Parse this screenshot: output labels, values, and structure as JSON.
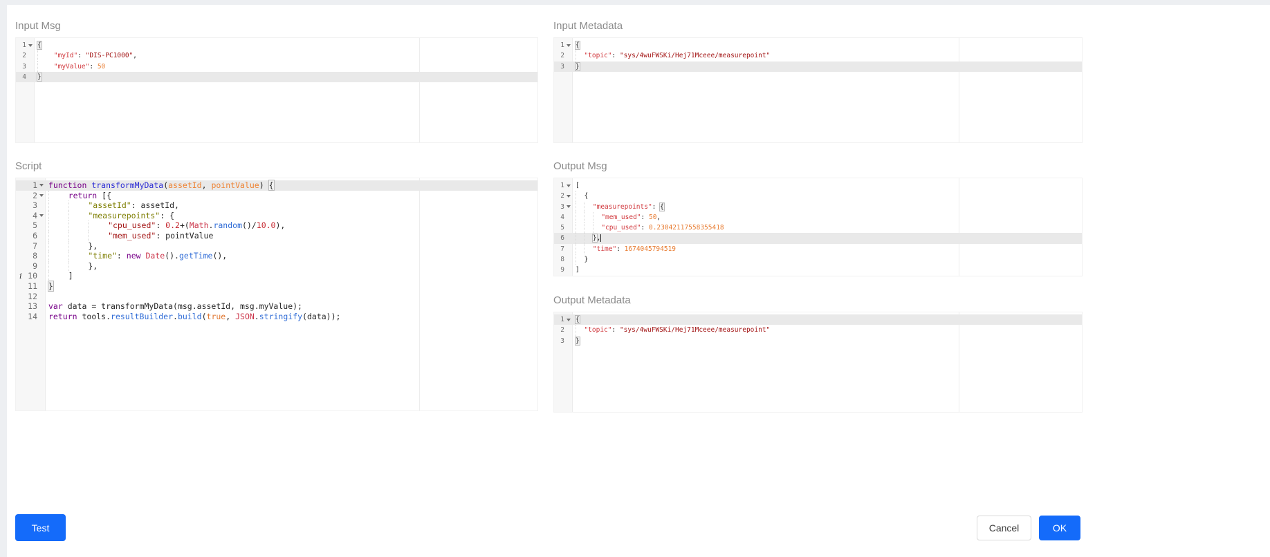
{
  "panels": {
    "input_msg": {
      "title": "Input Msg"
    },
    "input_metadata": {
      "title": "Input Metadata"
    },
    "script": {
      "title": "Script"
    },
    "output_msg": {
      "title": "Output Msg"
    },
    "output_metadata": {
      "title": "Output Metadata"
    }
  },
  "buttons": {
    "test": "Test",
    "cancel": "Cancel",
    "ok": "OK"
  },
  "colors": {
    "accent": "#146bfa",
    "title": "#8b8b8b",
    "active_line": "#e9e9e9",
    "gutter_bg": "#f7f7f7",
    "kw": "#770088",
    "def": "#2a2ad4",
    "par": "#ee8435",
    "str": "#a31515",
    "oli": "#7d7d00",
    "num": "#c5262e",
    "blt": "#cb3449",
    "mth": "#2e6bd6",
    "txt": "#262626",
    "jkey": "#d1383d",
    "jstr": "#a31515",
    "jnum": "#e87a2e",
    "atm": "#e0762f"
  },
  "editors": {
    "input_msg": {
      "lines": [
        {
          "n": 1,
          "fold": true,
          "tokens": [
            [
              "{",
              "txt bx"
            ]
          ]
        },
        {
          "n": 2,
          "ind": 1,
          "tokens": [
            [
              "\"myId\"",
              "jkey"
            ],
            [
              ": ",
              "txt"
            ],
            [
              "\"DIS-PC1000\"",
              "jstr"
            ],
            [
              ",",
              "txt"
            ]
          ]
        },
        {
          "n": 3,
          "ind": 1,
          "tokens": [
            [
              "\"myValue\"",
              "jkey"
            ],
            [
              ": ",
              "txt"
            ],
            [
              "50",
              "jnum"
            ]
          ]
        },
        {
          "n": 4,
          "active": true,
          "tokens": [
            [
              "}",
              "txt bx"
            ]
          ]
        }
      ]
    },
    "input_metadata": {
      "lines": [
        {
          "n": 1,
          "fold": true,
          "tokens": [
            [
              "{",
              "txt bx"
            ]
          ]
        },
        {
          "n": 2,
          "ind": 1,
          "tokens": [
            [
              "\"topic\"",
              "jkey"
            ],
            [
              ": ",
              "txt"
            ],
            [
              "\"sys/4wuFWSKi/Hej71Mceee/measurepoint\"",
              "jstr"
            ]
          ]
        },
        {
          "n": 3,
          "active": true,
          "tokens": [
            [
              "}",
              "txt bx"
            ]
          ]
        }
      ]
    },
    "script": {
      "lines": [
        {
          "n": 1,
          "fold": true,
          "active": true,
          "tokens": [
            [
              "function",
              "kw"
            ],
            [
              " ",
              "txt"
            ],
            [
              "transformMyData",
              "def"
            ],
            [
              "(",
              "txt"
            ],
            [
              "assetId",
              "par"
            ],
            [
              ", ",
              "txt"
            ],
            [
              "pointValue",
              "par"
            ],
            [
              ") ",
              "txt"
            ],
            [
              "{",
              "txt bx"
            ]
          ]
        },
        {
          "n": 2,
          "fold": true,
          "ind": 1,
          "tokens": [
            [
              "return",
              "kw"
            ],
            [
              " [{",
              "txt"
            ]
          ]
        },
        {
          "n": 3,
          "ind": 2,
          "tokens": [
            [
              "\"assetId\"",
              "oli"
            ],
            [
              ": assetId,",
              "txt"
            ]
          ]
        },
        {
          "n": 4,
          "fold": true,
          "ind": 2,
          "tokens": [
            [
              "\"measurepoints\"",
              "oli"
            ],
            [
              ": {",
              "txt"
            ]
          ]
        },
        {
          "n": 5,
          "ind": 3,
          "tokens": [
            [
              "\"cpu_used\"",
              "str"
            ],
            [
              ": ",
              "txt"
            ],
            [
              "0.2",
              "num"
            ],
            [
              "+(",
              "txt"
            ],
            [
              "Math",
              "blt"
            ],
            [
              ".",
              "txt"
            ],
            [
              "random",
              "mth"
            ],
            [
              "()/",
              "txt"
            ],
            [
              "10.0",
              "num"
            ],
            [
              "),",
              "txt"
            ]
          ]
        },
        {
          "n": 6,
          "ind": 3,
          "tokens": [
            [
              "\"mem_used\"",
              "str"
            ],
            [
              ": pointValue",
              "txt"
            ]
          ]
        },
        {
          "n": 7,
          "ind": 2,
          "tokens": [
            [
              "},",
              "txt"
            ]
          ]
        },
        {
          "n": 8,
          "ind": 2,
          "tokens": [
            [
              "\"time\"",
              "oli"
            ],
            [
              ": ",
              "txt"
            ],
            [
              "new",
              "kw"
            ],
            [
              " ",
              "txt"
            ],
            [
              "Date",
              "blt"
            ],
            [
              "().",
              "txt"
            ],
            [
              "getTime",
              "mth"
            ],
            [
              "(),",
              "txt"
            ]
          ]
        },
        {
          "n": 9,
          "ind": 2,
          "tokens": [
            [
              "},",
              "txt"
            ]
          ]
        },
        {
          "n": 10,
          "ind": 1,
          "info": true,
          "tokens": [
            [
              "]",
              "txt"
            ]
          ]
        },
        {
          "n": 11,
          "tokens": [
            [
              "}",
              "txt bx"
            ]
          ]
        },
        {
          "n": 12,
          "tokens": []
        },
        {
          "n": 13,
          "tokens": [
            [
              "var",
              "kw"
            ],
            [
              " data = transformMyData(msg.assetId, msg.myValue);",
              "txt"
            ]
          ]
        },
        {
          "n": 14,
          "tokens": [
            [
              "return",
              "kw"
            ],
            [
              " tools.",
              "txt"
            ],
            [
              "resultBuilder",
              "mth"
            ],
            [
              ".",
              "txt"
            ],
            [
              "build",
              "mth"
            ],
            [
              "(",
              "txt"
            ],
            [
              "true",
              "atm"
            ],
            [
              ", ",
              "txt"
            ],
            [
              "JSON",
              "blt"
            ],
            [
              ".",
              "txt"
            ],
            [
              "stringify",
              "mth"
            ],
            [
              "(data));",
              "txt"
            ]
          ]
        }
      ]
    },
    "output_msg": {
      "lines": [
        {
          "n": 1,
          "fold": true,
          "tokens": [
            [
              "[",
              "txt"
            ]
          ]
        },
        {
          "n": 2,
          "fold": true,
          "ind": 1,
          "tokens": [
            [
              "{",
              "txt"
            ]
          ]
        },
        {
          "n": 3,
          "fold": true,
          "ind": 2,
          "tokens": [
            [
              "\"measurepoints\"",
              "jkey"
            ],
            [
              ": ",
              "txt"
            ],
            [
              "{",
              "txt bx"
            ]
          ]
        },
        {
          "n": 4,
          "ind": 3,
          "tokens": [
            [
              "\"mem_used\"",
              "jkey"
            ],
            [
              ": ",
              "txt"
            ],
            [
              "50",
              "jnum"
            ],
            [
              ",",
              "txt"
            ]
          ]
        },
        {
          "n": 5,
          "ind": 3,
          "tokens": [
            [
              "\"cpu_used\"",
              "jkey"
            ],
            [
              ": ",
              "txt"
            ],
            [
              "0.23042117558355418",
              "jnum"
            ]
          ]
        },
        {
          "n": 6,
          "active": true,
          "ind": 2,
          "tokens": [
            [
              "}",
              "txt bx"
            ],
            [
              ",",
              "txt"
            ],
            [
              "",
              "cur"
            ]
          ]
        },
        {
          "n": 7,
          "ind": 2,
          "tokens": [
            [
              "\"time\"",
              "jkey"
            ],
            [
              ": ",
              "txt"
            ],
            [
              "1674045794519",
              "jnum"
            ]
          ]
        },
        {
          "n": 8,
          "ind": 1,
          "tokens": [
            [
              "}",
              "txt"
            ]
          ]
        },
        {
          "n": 9,
          "tokens": [
            [
              "]",
              "txt"
            ]
          ]
        }
      ]
    },
    "output_metadata": {
      "lines": [
        {
          "n": 1,
          "fold": true,
          "active": true,
          "tokens": [
            [
              "{",
              "txt bx"
            ]
          ]
        },
        {
          "n": 2,
          "ind": 1,
          "tokens": [
            [
              "\"topic\"",
              "jkey"
            ],
            [
              ": ",
              "txt"
            ],
            [
              "\"sys/4wuFWSKi/Hej71Mceee/measurepoint\"",
              "jstr"
            ]
          ]
        },
        {
          "n": 3,
          "tokens": [
            [
              "}",
              "txt bx"
            ]
          ]
        }
      ]
    }
  }
}
